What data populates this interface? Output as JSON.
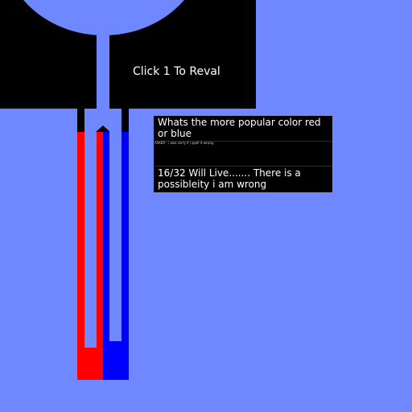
{
  "reveal_prompt": "Click 1 To Reval",
  "question": "Whats the more popular color red or blue",
  "fine_print": "ASKER - i was sorry if i spell it wrong",
  "status": "16/32 Will Live....... There is a possibleity i am wrong",
  "colors": {
    "background": "#7088ff",
    "red": "#ff0000",
    "blue": "#0000ff",
    "panel": "#000000"
  }
}
